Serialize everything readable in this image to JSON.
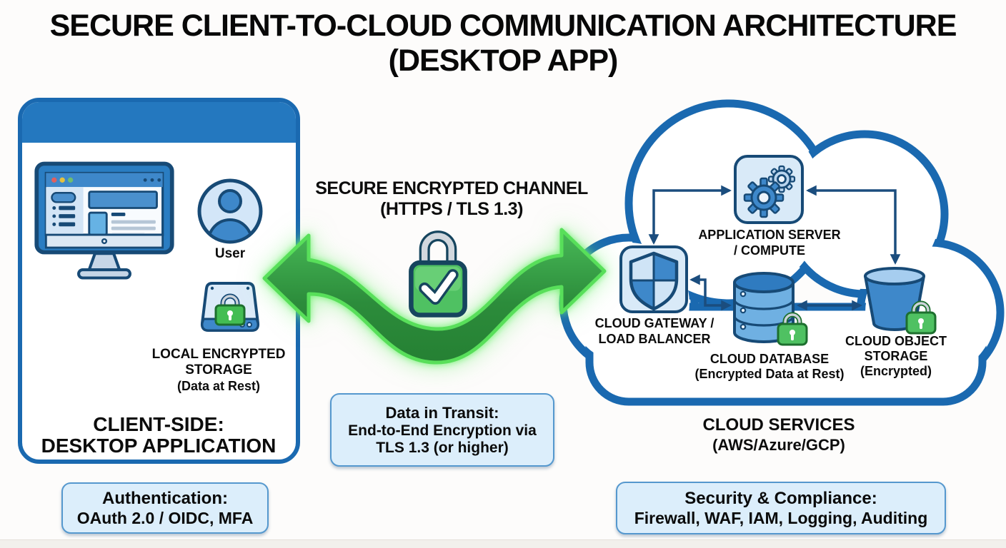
{
  "title": {
    "line1": "SECURE CLIENT-TO-CLOUD COMMUNICATION ARCHITECTURE",
    "line2": "(DESKTOP APP)"
  },
  "client_panel": {
    "user_label": "User",
    "storage_label_line1": "LOCAL ENCRYPTED",
    "storage_label_line2": "STORAGE",
    "storage_label_line3": "(Data at Rest)",
    "caption_line1": "CLIENT-SIDE:",
    "caption_line2": "DESKTOP APPLICATION"
  },
  "channel": {
    "heading_line1": "SECURE ENCRYPTED CHANNEL",
    "heading_line2": "(HTTPS / TLS 1.3)"
  },
  "cloud": {
    "app_server_label_line1": "APPLICATION SERVER",
    "app_server_label_line2": "/ COMPUTE",
    "gateway_label_line1": "CLOUD GATEWAY /",
    "gateway_label_line2": "LOAD BALANCER",
    "database_label_line1": "CLOUD DATABASE",
    "database_label_line2": "(Encrypted Data at Rest)",
    "storage_label_line1": "CLOUD OBJECT",
    "storage_label_line2": "STORAGE",
    "storage_label_line3": "(Encrypted)",
    "caption_line1": "CLOUD SERVICES",
    "caption_line2": "(AWS/Azure/GCP)"
  },
  "info_boxes": {
    "authentication": {
      "title": "Authentication:",
      "body": "OAuth 2.0 / OIDC, MFA"
    },
    "data_in_transit": {
      "title": "Data in Transit:",
      "body_line1": "End-to-End Encryption via",
      "body_line2": "TLS 1.3 (or higher)"
    },
    "security": {
      "title": "Security & Compliance:",
      "body": "Firewall, WAF, IAM, Logging, Auditing"
    }
  },
  "colors": {
    "primary_blue": "#1a69b0",
    "panel_header_blue": "#2478bf",
    "icon_blue": "#3e88ca",
    "light_blue_fill": "#d9eaf8",
    "navy_outline": "#174a76",
    "arrow_green": "#2c8c3b",
    "arrow_glow_green": "#58df5a",
    "lock_green": "#4fc162",
    "info_box_fill": "#dceefb",
    "info_box_border": "#5598ce"
  }
}
